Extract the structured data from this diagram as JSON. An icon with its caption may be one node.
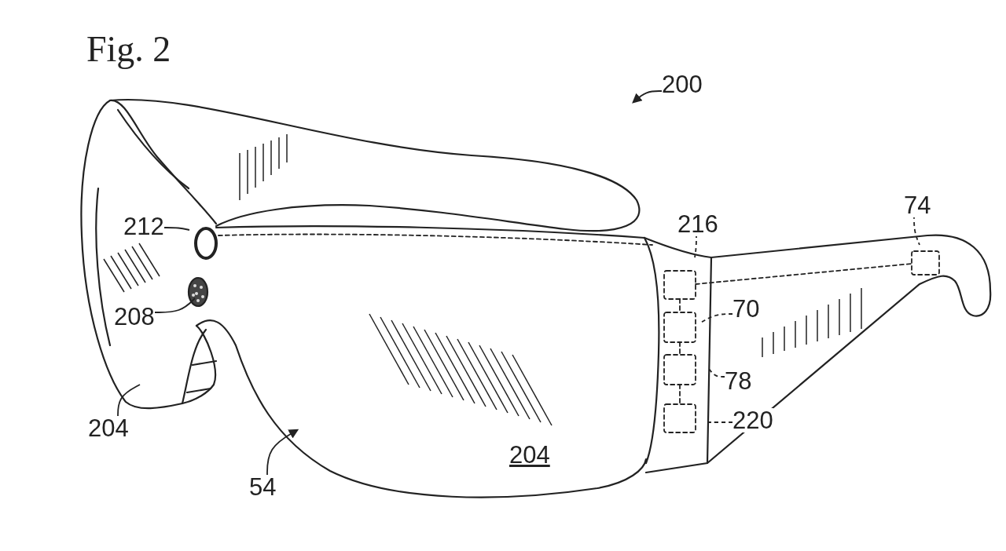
{
  "diagram": {
    "title": "Fig. 2",
    "nodes": [
      {
        "text": [
          "200"
        ]
      },
      {
        "text": [
          "212"
        ]
      },
      {
        "text": [
          "208"
        ]
      },
      {
        "text": [
          "204"
        ]
      },
      {
        "text": [
          "216"
        ]
      },
      {
        "text": [
          "74"
        ]
      },
      {
        "text": [
          "70"
        ]
      },
      {
        "text": [
          "78"
        ]
      },
      {
        "text": [
          "220"
        ]
      },
      {
        "text": [
          "54"
        ]
      }
    ],
    "edges": [
      {
        "from": 0,
        "to": null,
        "arrow": "to"
      },
      {
        "from": 1,
        "to": null,
        "arrow": "none"
      },
      {
        "from": 2,
        "to": null,
        "arrow": "none"
      },
      {
        "from": 3,
        "to": null,
        "arrow": "none"
      },
      {
        "from": 4,
        "to": null,
        "arrow": "none",
        "style": "dashed"
      },
      {
        "from": 5,
        "to": null,
        "arrow": "none",
        "style": "dashed"
      },
      {
        "from": 6,
        "to": null,
        "arrow": "none",
        "style": "dashed"
      },
      {
        "from": 7,
        "to": null,
        "arrow": "none",
        "style": "dashed"
      },
      {
        "from": 8,
        "to": null,
        "arrow": "none",
        "style": "dashed"
      },
      {
        "from": 9,
        "to": null,
        "arrow": "to"
      }
    ],
    "labels": [
      "204"
    ]
  }
}
